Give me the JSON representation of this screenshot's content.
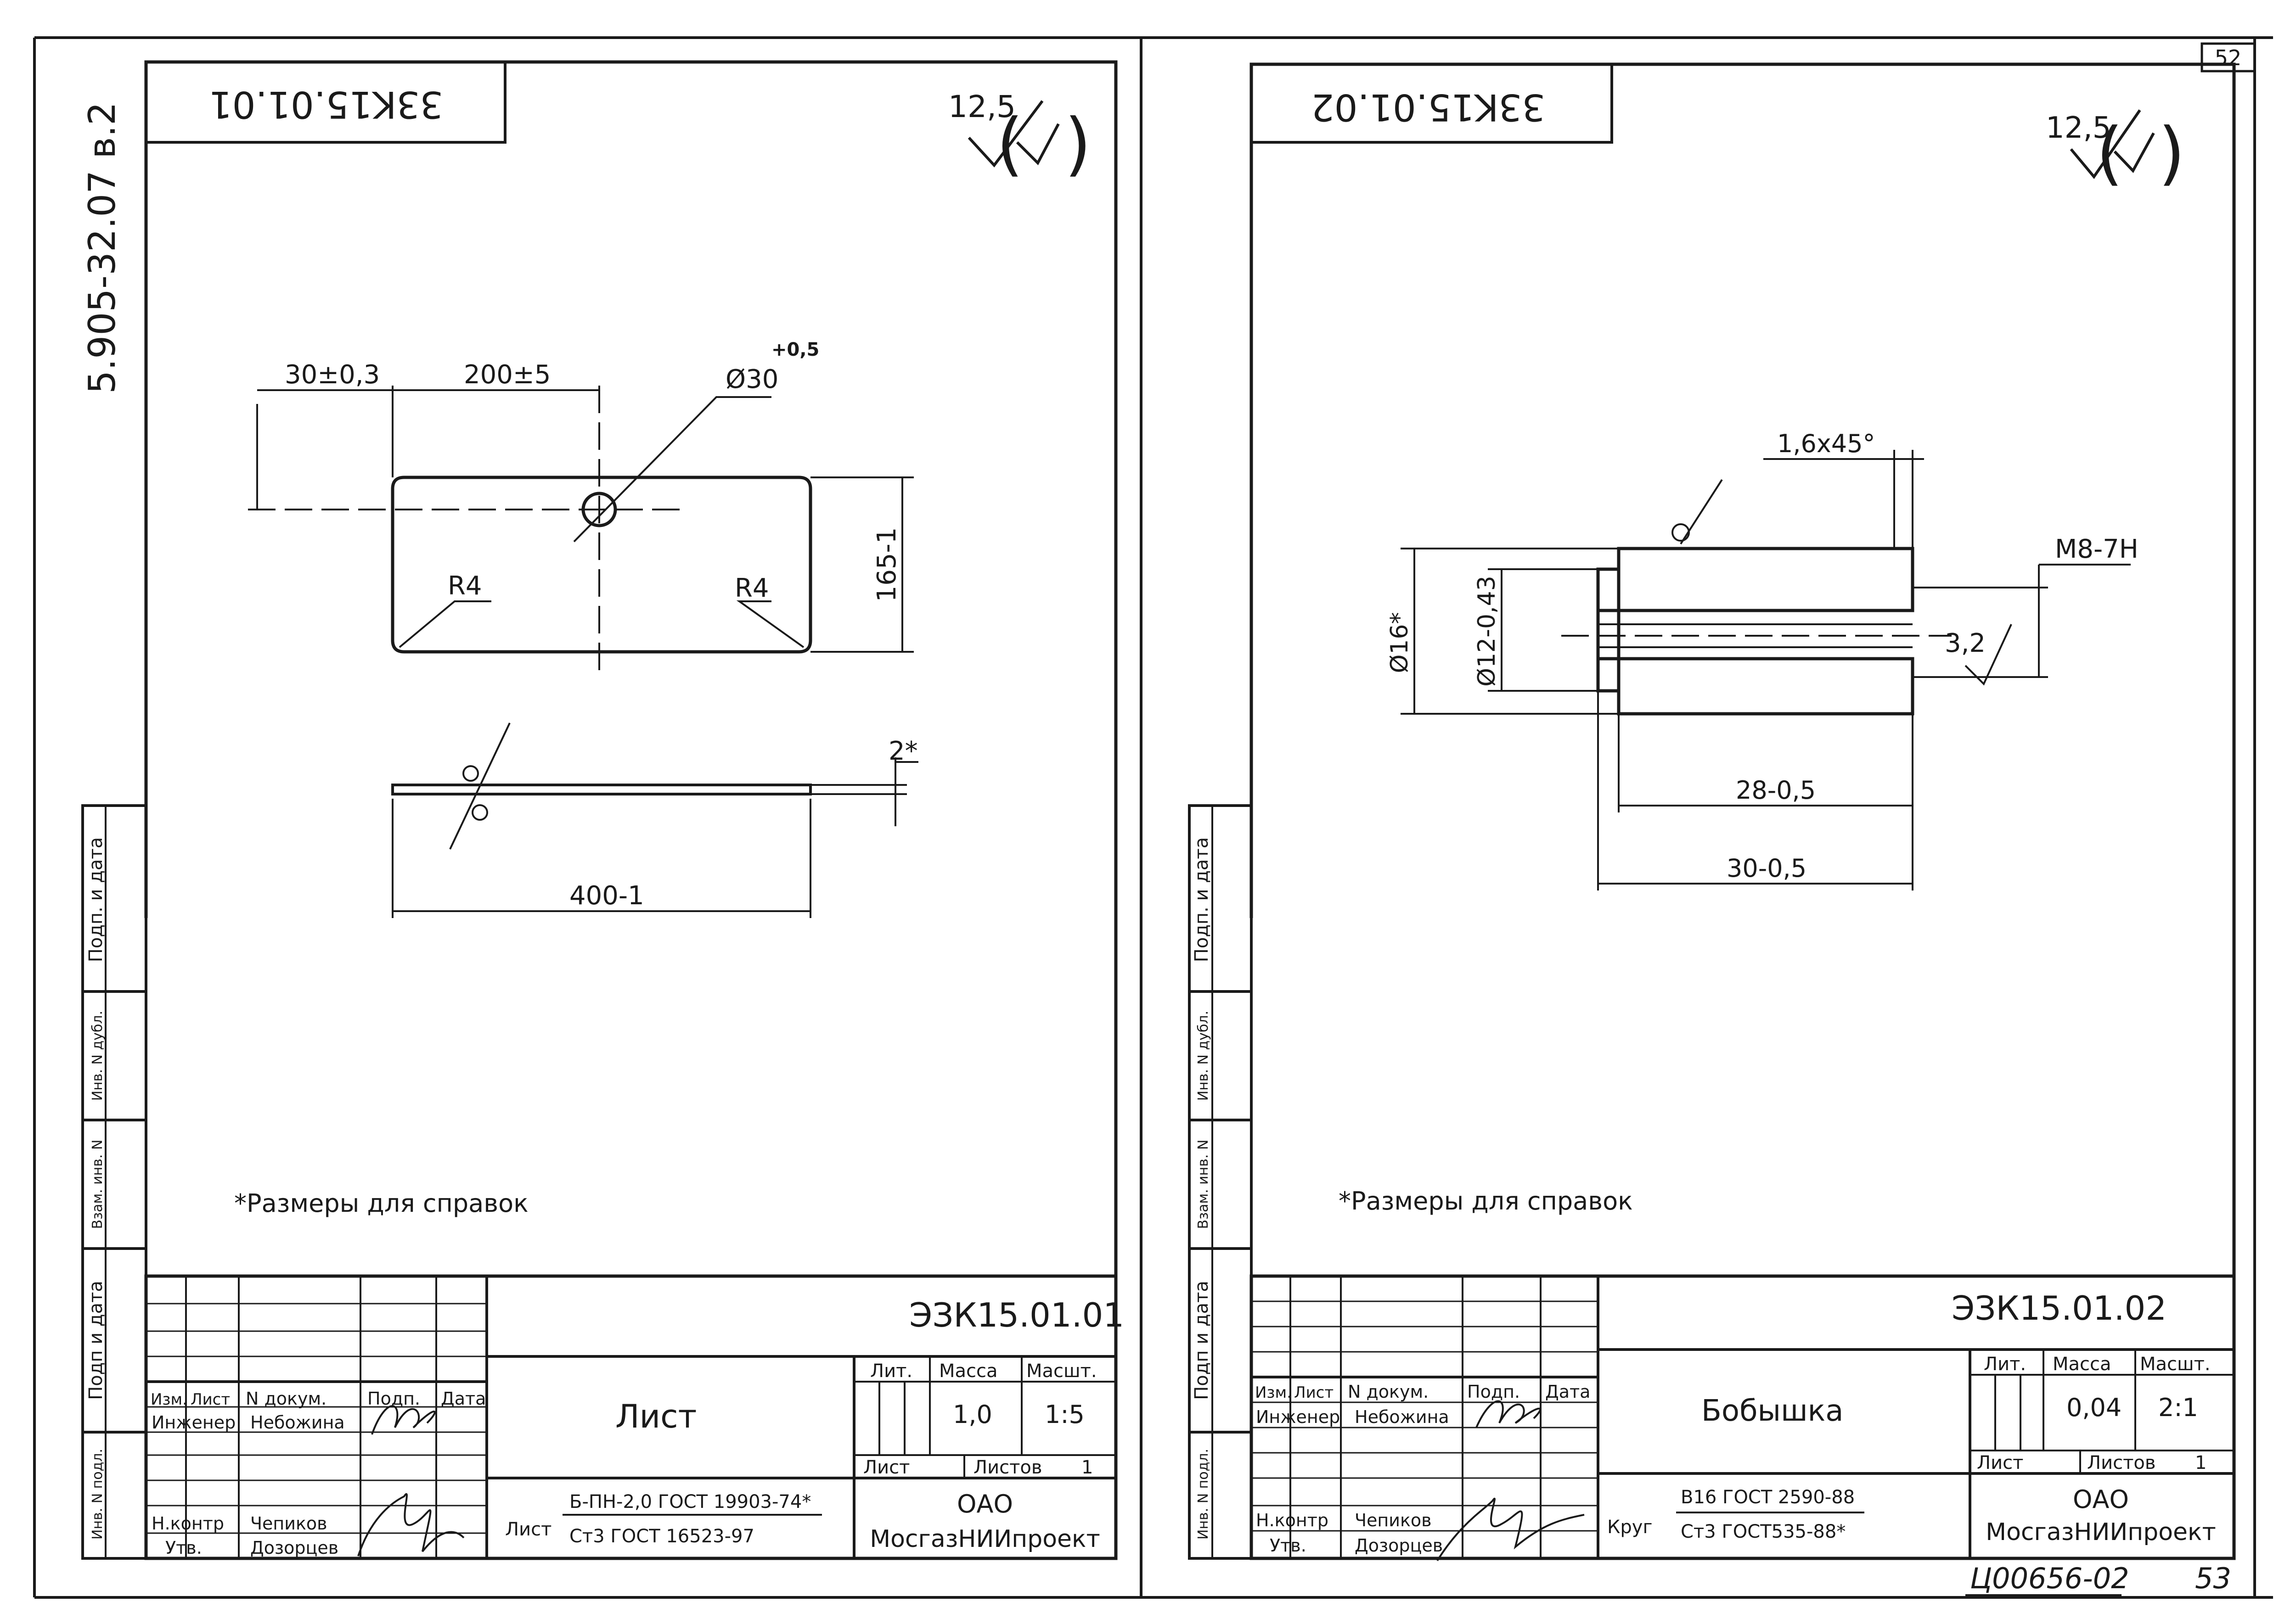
{
  "sheet": {
    "page_code": "5.905-32.07 в.2",
    "page_number": "52",
    "archive_number": "Ц00656-02",
    "archive_page": "53"
  },
  "side_stamp": {
    "podp_i_data_top": "Подп. и дата",
    "inv_n_dubl": "Инв. N дубл.",
    "vzam_inv_n": "Взам. инв. N",
    "podp_i_data_bottom": "Подп и дата",
    "inv_n_podl": "Инв. N подл."
  },
  "drawings": [
    {
      "mirror_code": "33K15.01.01",
      "roughness_general": "12,5",
      "dims": {
        "d30_03": "30±0,3",
        "d200_5": "200±5",
        "dia30": "Ø30",
        "tol05": "+0,5",
        "d165": "165-1",
        "r4_left": "R4",
        "r4_right": "R4",
        "d2": "2*",
        "d400": "400-1"
      },
      "note": "*Размеры для справок",
      "title_block": {
        "code": "ЭЗК15.01.01",
        "name": "Лист",
        "lit_label": "Лит.",
        "massa_label": "Масса",
        "masshtab_label": "Масшт.",
        "massa": "1,0",
        "masshtab": "1:5",
        "list_label": "Лист",
        "listov_label": "Листов",
        "listov": "1",
        "izm": "Изм.",
        "list_col": "Лист",
        "n_dokum": "N докум.",
        "podp": "Подп.",
        "data": "Дата",
        "role_engineer": "Инженер",
        "engineer": "Небожина",
        "role_norm": "Н.контр",
        "norm": "Чепиков",
        "role_utv": "Утв.",
        "utv": "Дозорцев",
        "material_prefix": "Лист",
        "material_top": "Б-ПН-2,0 ГОСТ 19903-74*",
        "material_bottom": "Ст3 ГОСТ 16523-97",
        "org_line1": "ОАО",
        "org_line2": "МосгазНИИпроект"
      }
    },
    {
      "mirror_code": "33K15.01.02",
      "roughness_general": "12,5",
      "dims": {
        "chamfer": "1,6x45°",
        "thread": "M8-7H",
        "dia16": "Ø16*",
        "dia12": "Ø12-0,43",
        "rough32": "3,2",
        "d28": "28-0,5",
        "d30": "30-0,5"
      },
      "note": "*Размеры для справок",
      "title_block": {
        "code": "ЭЗК15.01.02",
        "name": "Бобышка",
        "lit_label": "Лит.",
        "massa_label": "Масса",
        "masshtab_label": "Масшт.",
        "massa": "0,04",
        "masshtab": "2:1",
        "list_label": "Лист",
        "listov_label": "Листов",
        "listov": "1",
        "izm": "Изм.",
        "list_col": "Лист",
        "n_dokum": "N докум.",
        "podp": "Подп.",
        "data": "Дата",
        "role_engineer": "Инженер",
        "engineer": "Небожина",
        "role_norm": "Н.контр",
        "norm": "Чепиков",
        "role_utv": "Утв.",
        "utv": "Дозорцев",
        "material_prefix": "Круг",
        "material_top": "В16 ГОСТ 2590-88",
        "material_bottom": "Ст3 ГОСТ535-88*",
        "org_line1": "ОАО",
        "org_line2": "МосгазНИИпроект"
      }
    }
  ]
}
